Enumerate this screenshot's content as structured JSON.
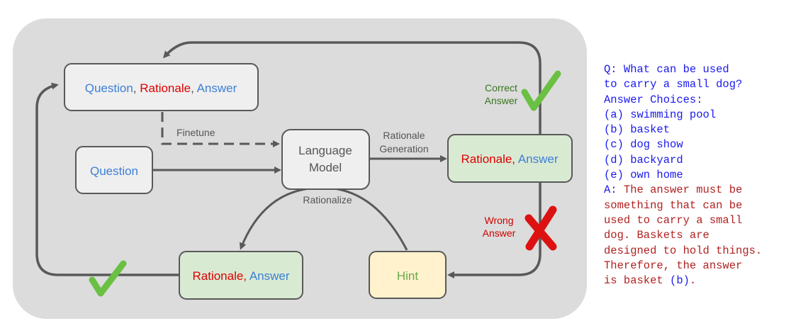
{
  "colors": {
    "background_panel": "#dcdcdc",
    "box_gray": "#efefef",
    "box_green": "#d9ead3",
    "box_yellow": "#fff2cc",
    "arrow": "#595959",
    "blue_text": "#3d7fd6",
    "red_text": "#dd0000",
    "green_check": "#6ac043",
    "red_cross": "#dd1111",
    "mono_blue": "#1a1aee",
    "mono_red": "#b22222"
  },
  "boxes": {
    "question_rationale_answer": {
      "part1": "Question",
      "sep1": ", ",
      "part2": "Rationale",
      "sep2": ", ",
      "part3": "Answer"
    },
    "question": {
      "label": "Question"
    },
    "language_model": {
      "line1": "Language",
      "line2": "Model"
    },
    "rationale_answer_right": {
      "part1": "Rationale,",
      "part2": " Answer"
    },
    "rationale_answer_bottom": {
      "part1": "Rationale,",
      "part2": " Answer"
    },
    "hint": {
      "label": "Hint"
    }
  },
  "edge_labels": {
    "finetune": "Finetune",
    "rationale_generation_1": "Rationale",
    "rationale_generation_2": "Generation",
    "rationalize": "Rationalize",
    "correct_answer_1": "Correct",
    "correct_answer_2": "Answer",
    "wrong_answer_1": "Wrong",
    "wrong_answer_2": "Answer"
  },
  "icons": {
    "top_right": "green-checkmark-icon",
    "bottom_left": "green-checkmark-icon",
    "right_middle": "red-cross-icon"
  },
  "example": {
    "question_lines": [
      "Q: What can be used",
      "to carry a small dog?",
      "Answer Choices:",
      "(a) swimming pool",
      "(b) basket",
      "(c) dog show",
      "(d) backyard",
      "(e) own home"
    ],
    "answer_lines": [
      "A: The answer must be",
      "something that can be",
      "used to carry a small",
      "dog. Baskets are",
      "designed to hold things.",
      "Therefore, the answer",
      "is basket (b)."
    ]
  }
}
